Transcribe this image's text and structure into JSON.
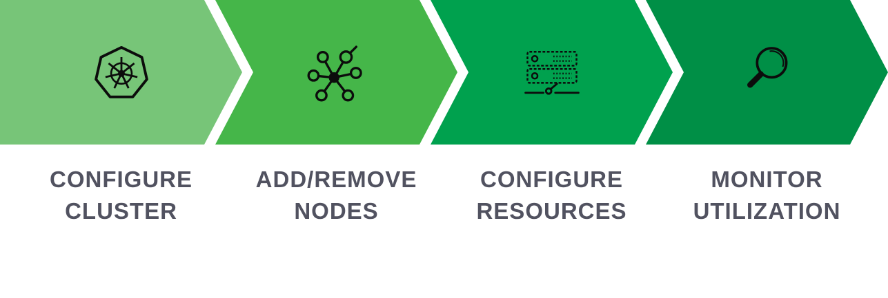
{
  "background": "#FFFFFF",
  "label_color": "#515260",
  "icon_color": "#0C0C0C",
  "steps": [
    {
      "label_line1": "CONFIGURE",
      "label_line2": "CLUSTER",
      "icon": "kubernetes-icon",
      "color": "#77C578"
    },
    {
      "label_line1": "ADD/REMOVE",
      "label_line2": "NODES",
      "icon": "network-nodes-icon",
      "color": "#45B649"
    },
    {
      "label_line1": "CONFIGURE",
      "label_line2": "RESOURCES",
      "icon": "server-rack-icon",
      "color": "#00A14E"
    },
    {
      "label_line1": "MONITOR",
      "label_line2": "UTILIZATION",
      "icon": "magnifier-icon",
      "color": "#008F46"
    }
  ]
}
